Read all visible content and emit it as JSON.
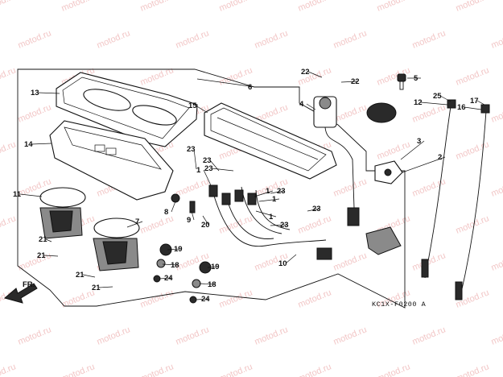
{
  "watermark": {
    "text": "motod.ru"
  },
  "diagram_code": "KC1X-F0200 A",
  "direction_label": "FR.",
  "callouts": [
    {
      "id": "c1a",
      "label": "1"
    },
    {
      "id": "c1b",
      "label": "1"
    },
    {
      "id": "c1c",
      "label": "1"
    },
    {
      "id": "c1d",
      "label": "1"
    },
    {
      "id": "c2",
      "label": "2"
    },
    {
      "id": "c3",
      "label": "3"
    },
    {
      "id": "c4",
      "label": "4"
    },
    {
      "id": "c5",
      "label": "5"
    },
    {
      "id": "c6",
      "label": "6"
    },
    {
      "id": "c7",
      "label": "7"
    },
    {
      "id": "c8",
      "label": "8"
    },
    {
      "id": "c9",
      "label": "9"
    },
    {
      "id": "c10",
      "label": "10"
    },
    {
      "id": "c11",
      "label": "11"
    },
    {
      "id": "c12",
      "label": "12"
    },
    {
      "id": "c13",
      "label": "13"
    },
    {
      "id": "c14",
      "label": "14"
    },
    {
      "id": "c15",
      "label": "15"
    },
    {
      "id": "c16",
      "label": "16"
    },
    {
      "id": "c17",
      "label": "17"
    },
    {
      "id": "c18a",
      "label": "18"
    },
    {
      "id": "c18b",
      "label": "18"
    },
    {
      "id": "c19a",
      "label": "19"
    },
    {
      "id": "c19b",
      "label": "19"
    },
    {
      "id": "c20",
      "label": "20"
    },
    {
      "id": "c21a",
      "label": "21"
    },
    {
      "id": "c21b",
      "label": "21"
    },
    {
      "id": "c21c",
      "label": "21"
    },
    {
      "id": "c21d",
      "label": "21"
    },
    {
      "id": "c22a",
      "label": "22"
    },
    {
      "id": "c22b",
      "label": "22"
    },
    {
      "id": "c23a",
      "label": "23"
    },
    {
      "id": "c23b",
      "label": "23"
    },
    {
      "id": "c23c",
      "label": "23"
    },
    {
      "id": "c23d",
      "label": "23"
    },
    {
      "id": "c23e",
      "label": "23"
    },
    {
      "id": "c23f",
      "label": "23"
    },
    {
      "id": "c24a",
      "label": "24"
    },
    {
      "id": "c24b",
      "label": "24"
    },
    {
      "id": "c25",
      "label": "25"
    }
  ]
}
